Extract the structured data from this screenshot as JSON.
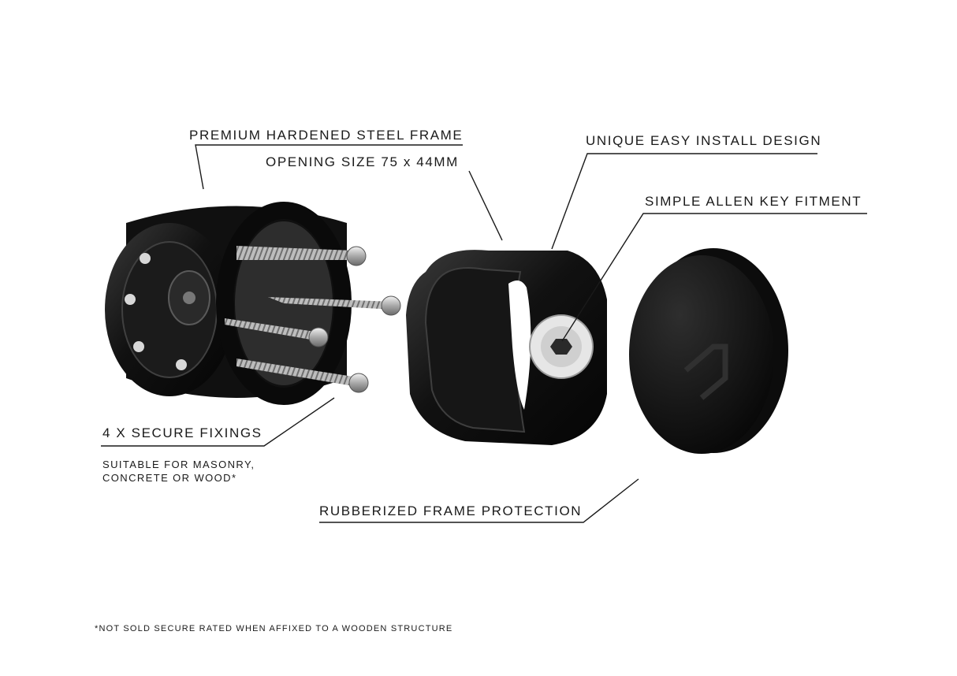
{
  "callouts": {
    "steel_frame": "PREMIUM HARDENED STEEL FRAME",
    "opening_size": "OPENING SIZE 75 x 44MM",
    "easy_install": "UNIQUE EASY INSTALL DESIGN",
    "allen_key": "SIMPLE ALLEN KEY FITMENT",
    "fixings_title": "4 X SECURE FIXINGS",
    "fixings_line1": "SUITABLE FOR MASONRY,",
    "fixings_line2": "CONCRETE OR WOOD*",
    "rubber": "RUBBERIZED FRAME PROTECTION"
  },
  "footnote": "*NOT SOLD SECURE RATED WHEN AFFIXED TO A WOODEN STRUCTURE",
  "colors": {
    "body": "#151515",
    "edge": "#3a3a3a",
    "screw": "#c9c9c9",
    "leader": "#1a1a1a"
  }
}
